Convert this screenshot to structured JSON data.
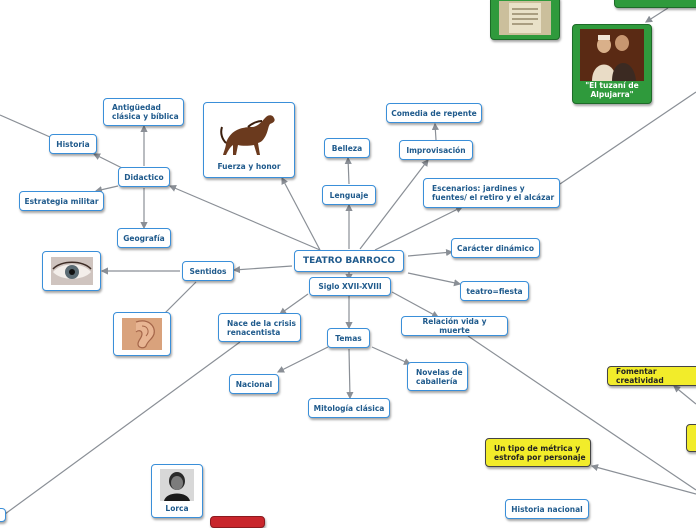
{
  "central": "TEATRO BARROCO",
  "nodes": {
    "didactico": "Didactico",
    "antiguedad": "Antigüedad clásica y bíblica",
    "historia": "Historia",
    "estrategia": "Estrategia militar",
    "geografia": "Geografía",
    "fuerza": "Fuerza y honor",
    "belleza": "Belleza",
    "lenguaje": "Lenguaje",
    "comedia": "Comedia de repente",
    "improvisacion": "Improvisación",
    "escenarios": "Escenarios: jardines y fuentes/ el retiro y el alcázar",
    "caracter": "Carácter dinámico",
    "fiesta": "teatro=fiesta",
    "relacion": "Relación vida y muerte",
    "siglo": "Siglo XVII-XVIII",
    "sentidos": "Sentidos",
    "crisis": "Nace de la crisis renacentista",
    "temas": "Temas",
    "nacional": "Nacional",
    "novelas": "Novelas de caballería",
    "mitologia": "Mitología clásica",
    "fomentar": "Fomentar creatividad",
    "metrica": "Un tipo de métrica y estrofa por personaje",
    "historia_nacional": "Historia nacional",
    "lorca": "Lorca",
    "tuzani": "\"El tuzaní de Alpujarra\""
  },
  "colors": {
    "border": "#3a8fd9",
    "text": "#1f5a8c",
    "connector": "#8a8f96",
    "yellow": "#f2ec2a",
    "green": "#2f9a3c",
    "red": "#c9262c"
  }
}
